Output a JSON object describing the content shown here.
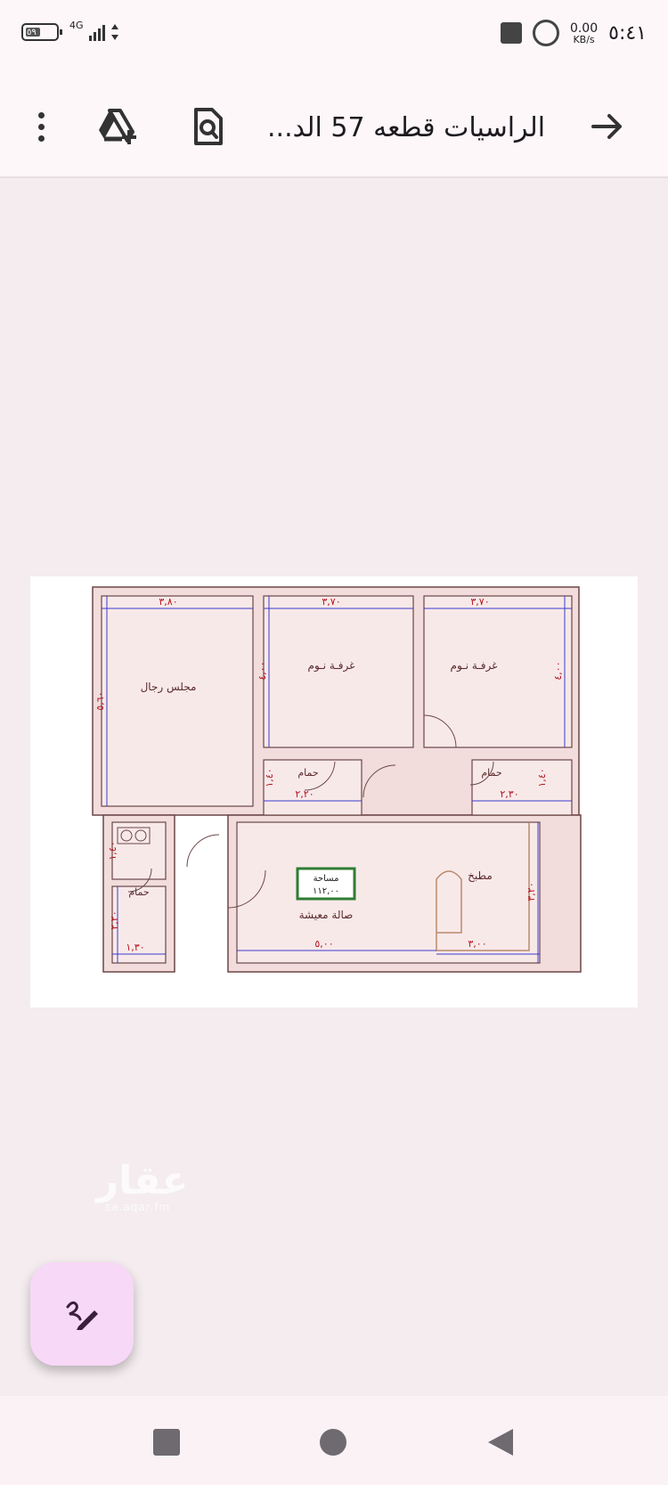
{
  "status_bar": {
    "battery_level": "٥٩",
    "network_type": "4G",
    "speed_value": "0.00",
    "speed_unit": "KB/s",
    "time": "٥:٤١"
  },
  "app_bar": {
    "title": "الراسيات قطعه 57 الد...",
    "icons": [
      "back-arrow-icon",
      "find-in-document-icon",
      "add-to-drive-icon",
      "more-vert-icon"
    ]
  },
  "floor_plan": {
    "rooms": {
      "majlis": "مجلس رجال",
      "bedroom_1": "غرفـة نـوم",
      "bedroom_2": "غرفـة نـوم",
      "bath_1": "حمام",
      "bath_2": "حمام",
      "bath_3": "حمام",
      "kitchen": "مطبخ",
      "living": "صالة معيشة"
    },
    "area_label": "مساحة",
    "area_value": "١١٢,٠٠",
    "dimensions": {
      "majlis_width": "٣,٨٠",
      "majlis_depth": "٥,٦٠",
      "bedroom_1_width": "٣,٧٠",
      "bedroom_1_depth": "٤,٠٠",
      "bedroom_2_width": "٣,٧٠",
      "bedroom_2_depth": "٤,٠٠",
      "bath_1_width": "٢,٢٠",
      "bath_1_depth": "١,٤٠",
      "bath_2_width": "٢,٣٠",
      "bath_2_depth": "١,٤٠",
      "bath_3_width": "١,٣٠",
      "bath_3_depth": "٢,٢٠",
      "entry_depth": "١,٤٠",
      "living_width": "٥,٠٠",
      "kitchen_width": "٣,٠٠",
      "kitchen_depth": "٣,٢٠"
    }
  },
  "watermark": {
    "text": "عقار",
    "subtext": "sa.aqar.fm"
  },
  "colors": {
    "status_bar_bg": "#fdf7f9",
    "content_bg": "#f4ecef",
    "fab_bg": "#f7d8f7",
    "wall_fill": "#f2dcdc",
    "wall_stroke": "#6b4747",
    "dimension_line": "#3b3bcf",
    "dimension_text": "#b4121b",
    "area_box": "#2e7d32"
  },
  "nav_bar": {
    "icons": [
      "recents-square-icon",
      "home-circle-icon",
      "back-triangle-icon"
    ]
  }
}
